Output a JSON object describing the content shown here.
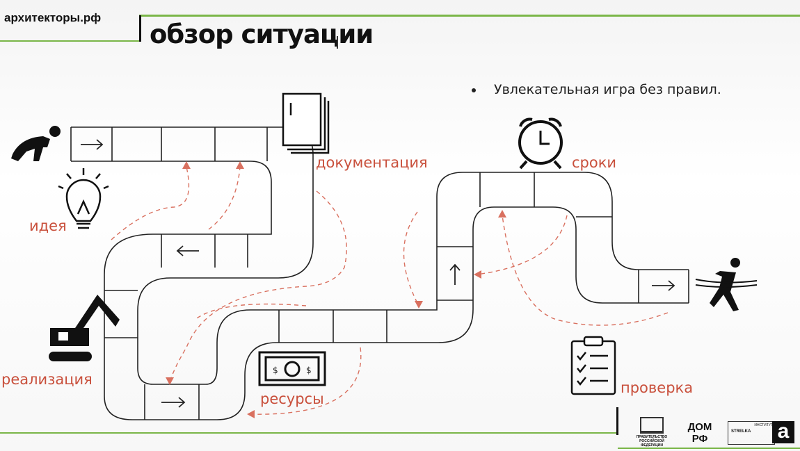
{
  "header": {
    "site_name": "архитекторы.рф",
    "title": "обзор ситуации"
  },
  "bullet_text": "Увлекательная игра без правил.",
  "stages": {
    "idea": "идея",
    "documentation": "документация",
    "deadlines": "сроки",
    "implementation": "реализация",
    "resources": "ресурсы",
    "check": "проверка"
  },
  "footer": {
    "logo_gov": "ПРАВИТЕЛЬСТВО РОССИЙСКОЙ ФЕДЕРАЦИИ",
    "logo_dom": "ДОМ РФ",
    "logo_strelka": "STRELKA",
    "logo_institute": "ИНСТИТУТ",
    "logo_a": "а"
  },
  "colors": {
    "accent_green": "#7ab648",
    "arrow_red": "#d9705f",
    "label_red": "#c9503c"
  },
  "icons": [
    "crawling-person-icon",
    "lightbulb-icon",
    "documents-icon",
    "alarm-clock-icon",
    "excavator-icon",
    "money-icon",
    "clipboard-checklist-icon",
    "runner-finish-icon"
  ]
}
